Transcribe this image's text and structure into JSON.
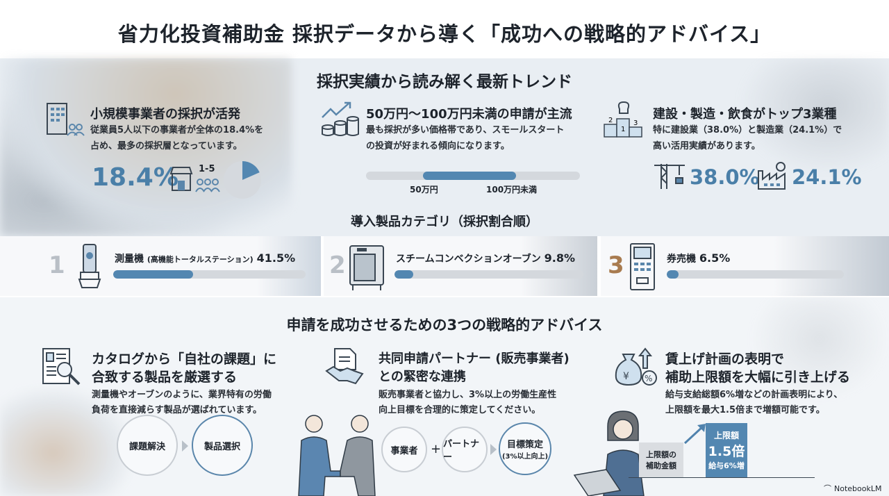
{
  "title": "省力化投資補助金 採択データから導く「成功への戦略的アドバイス」",
  "trends": {
    "heading": "採択実績から読み解く最新トレンド",
    "small_biz": {
      "icon": "building-people-icon",
      "title": "小規模事業者の採択が活発",
      "body1": "従業員5人以下の事業者が全体の18.4%を",
      "body2": "占め、最多の採択層となっています。",
      "stat": "18.4%",
      "range_label": "1-5",
      "share_percent": 18.4
    },
    "price": {
      "icon": "chart-coins-icon",
      "title": "50万円〜100万円未満の申請が主流",
      "body1": "最も採択が多い価格帯であり、スモールスタート",
      "body2": "の投資が好まれる傾向になります。",
      "label_low": "50万円",
      "label_high": "100万円未満"
    },
    "industry": {
      "icon": "podium-icon",
      "title": "建設・製造・飲食がトップ3業種",
      "body1": "特に建設業（38.0%）と製造業（24.1%）で",
      "body2": "高い活用実績があります。",
      "construction": "38.0%",
      "manufacturing": "24.1%"
    }
  },
  "products": {
    "heading": "導入製品カテゴリ（採択割合順）",
    "items": [
      {
        "rank": "1",
        "name": "測量機",
        "sub": "(高機能トータルステーション)",
        "pct": "41.5%",
        "value": 41.5,
        "icon": "total-station-icon"
      },
      {
        "rank": "2",
        "name": "スチームコンベクションオーブン",
        "sub": "",
        "pct": "9.8%",
        "value": 9.8,
        "icon": "oven-icon"
      },
      {
        "rank": "3",
        "name": "券売機",
        "sub": "",
        "pct": "6.5%",
        "value": 6.5,
        "icon": "ticket-machine-icon"
      }
    ],
    "colors": {
      "bar": "#5387b1",
      "rank3": "#a87b4f"
    }
  },
  "advice": {
    "heading": "申請を成功させるための3つの戦略的アドバイス",
    "a1": {
      "title1": "カタログから「自社の課題」に",
      "title2": "合致する製品を厳選する",
      "body1": "測量機やオーブンのように、業界特有の労働",
      "body2": "負荷を直接減らす製品が選ばれています。",
      "step1": "課題解決",
      "step2": "製品選択"
    },
    "a2": {
      "title1": "共同申請パートナー (販売事業者)",
      "title2": "との緊密な連携",
      "body1": "販売事業者と協力し、3%以上の労働生産性",
      "body2": "向上目標を合理的に策定してください。",
      "c1": "事業者",
      "plus": "+",
      "c2": "パートナー",
      "c3": "目標策定",
      "c3sub": "(3%以上向上)"
    },
    "a3": {
      "title1": "賃上げ計画の表明で",
      "title2": "補助上限額を大幅に引き上げる",
      "body1": "給与支給総額6%増などの計画表明により、",
      "body2": "上限額を最大1.5倍まで増額可能です。",
      "base1": "上限額の",
      "base2": "補助金額",
      "up1": "上限額",
      "up2": "1.5倍",
      "up3": "給与6%増"
    }
  },
  "brand": "NotebookLM",
  "accent": "#4a7fa8"
}
